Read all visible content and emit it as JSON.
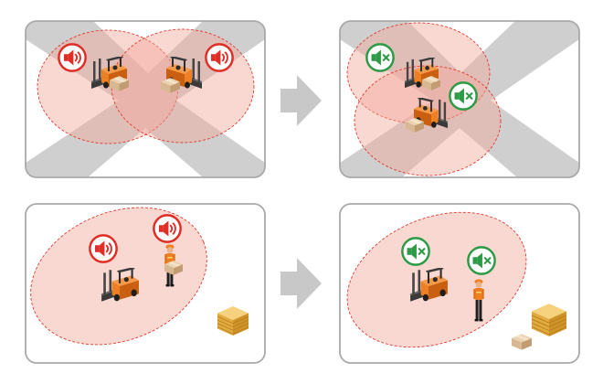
{
  "colors": {
    "frame_border": "#a9a9a9",
    "road": "#cfcfcf",
    "zone_fill": "#f5b7ac",
    "zone_stroke": "#e23a2e",
    "alarm_red": "#e02d26",
    "silent_green": "#2d9a45",
    "arrow": "#c8c8c8",
    "forklift_orange": "#ee7f22",
    "box": "#d8b892"
  },
  "icons": {
    "alarm_on": "speaker-sound-icon",
    "alarm_off": "speaker-muted-icon",
    "next": "right-arrow-icon"
  },
  "scenes": [
    {
      "id": "intersection-alarm",
      "state": "alarm",
      "forklifts": 2,
      "workers": 0
    },
    {
      "id": "intersection-silent",
      "state": "silent",
      "forklifts": 2,
      "workers": 0
    },
    {
      "id": "worker-alarm",
      "state": "alarm",
      "forklifts": 1,
      "workers": 1
    },
    {
      "id": "worker-silent",
      "state": "silent",
      "forklifts": 1,
      "workers": 1
    }
  ]
}
